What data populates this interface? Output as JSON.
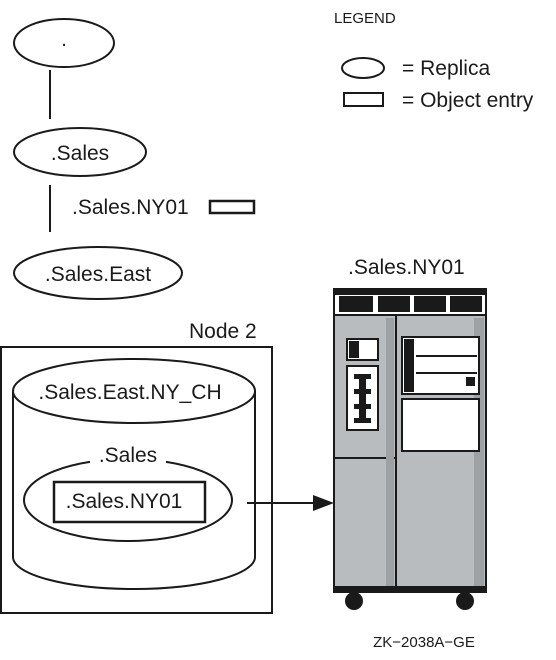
{
  "legend": {
    "title": "LEGEND",
    "replica_label": "= Replica",
    "object_entry_label": "= Object entry"
  },
  "tree": {
    "root": ".",
    "sales": ".Sales",
    "object_entry": ".Sales.NY01",
    "sales_east": ".Sales.East"
  },
  "node2": {
    "label": "Node 2",
    "clearinghouse": ".Sales.East.NY_CH",
    "replica": ".Sales",
    "object": ".Sales.NY01"
  },
  "computer": {
    "label": ".Sales.NY01"
  },
  "figure_id": "ZK−2038A−GE"
}
